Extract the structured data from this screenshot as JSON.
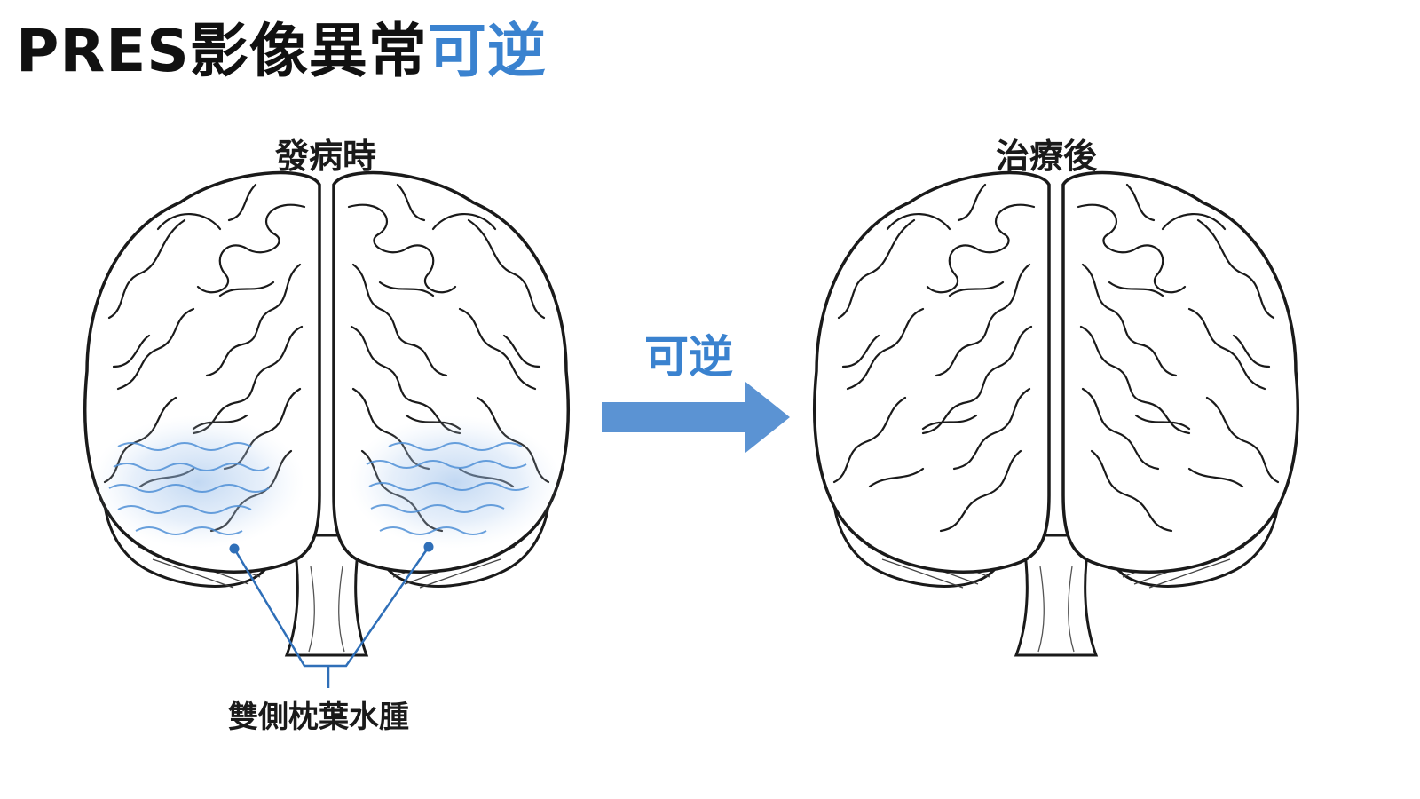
{
  "title": {
    "main": "PRES影像異常",
    "accent": "可逆"
  },
  "stages": {
    "before": {
      "label": "發病時"
    },
    "after": {
      "label": "治療後"
    }
  },
  "transition": {
    "label": "可逆"
  },
  "callout": {
    "label": "雙側枕葉水腫"
  },
  "colors": {
    "accent": "#3a82cf",
    "edema": "#6fa6e0",
    "outline": "#1a1a1a",
    "arrow": "#5b93d3"
  }
}
